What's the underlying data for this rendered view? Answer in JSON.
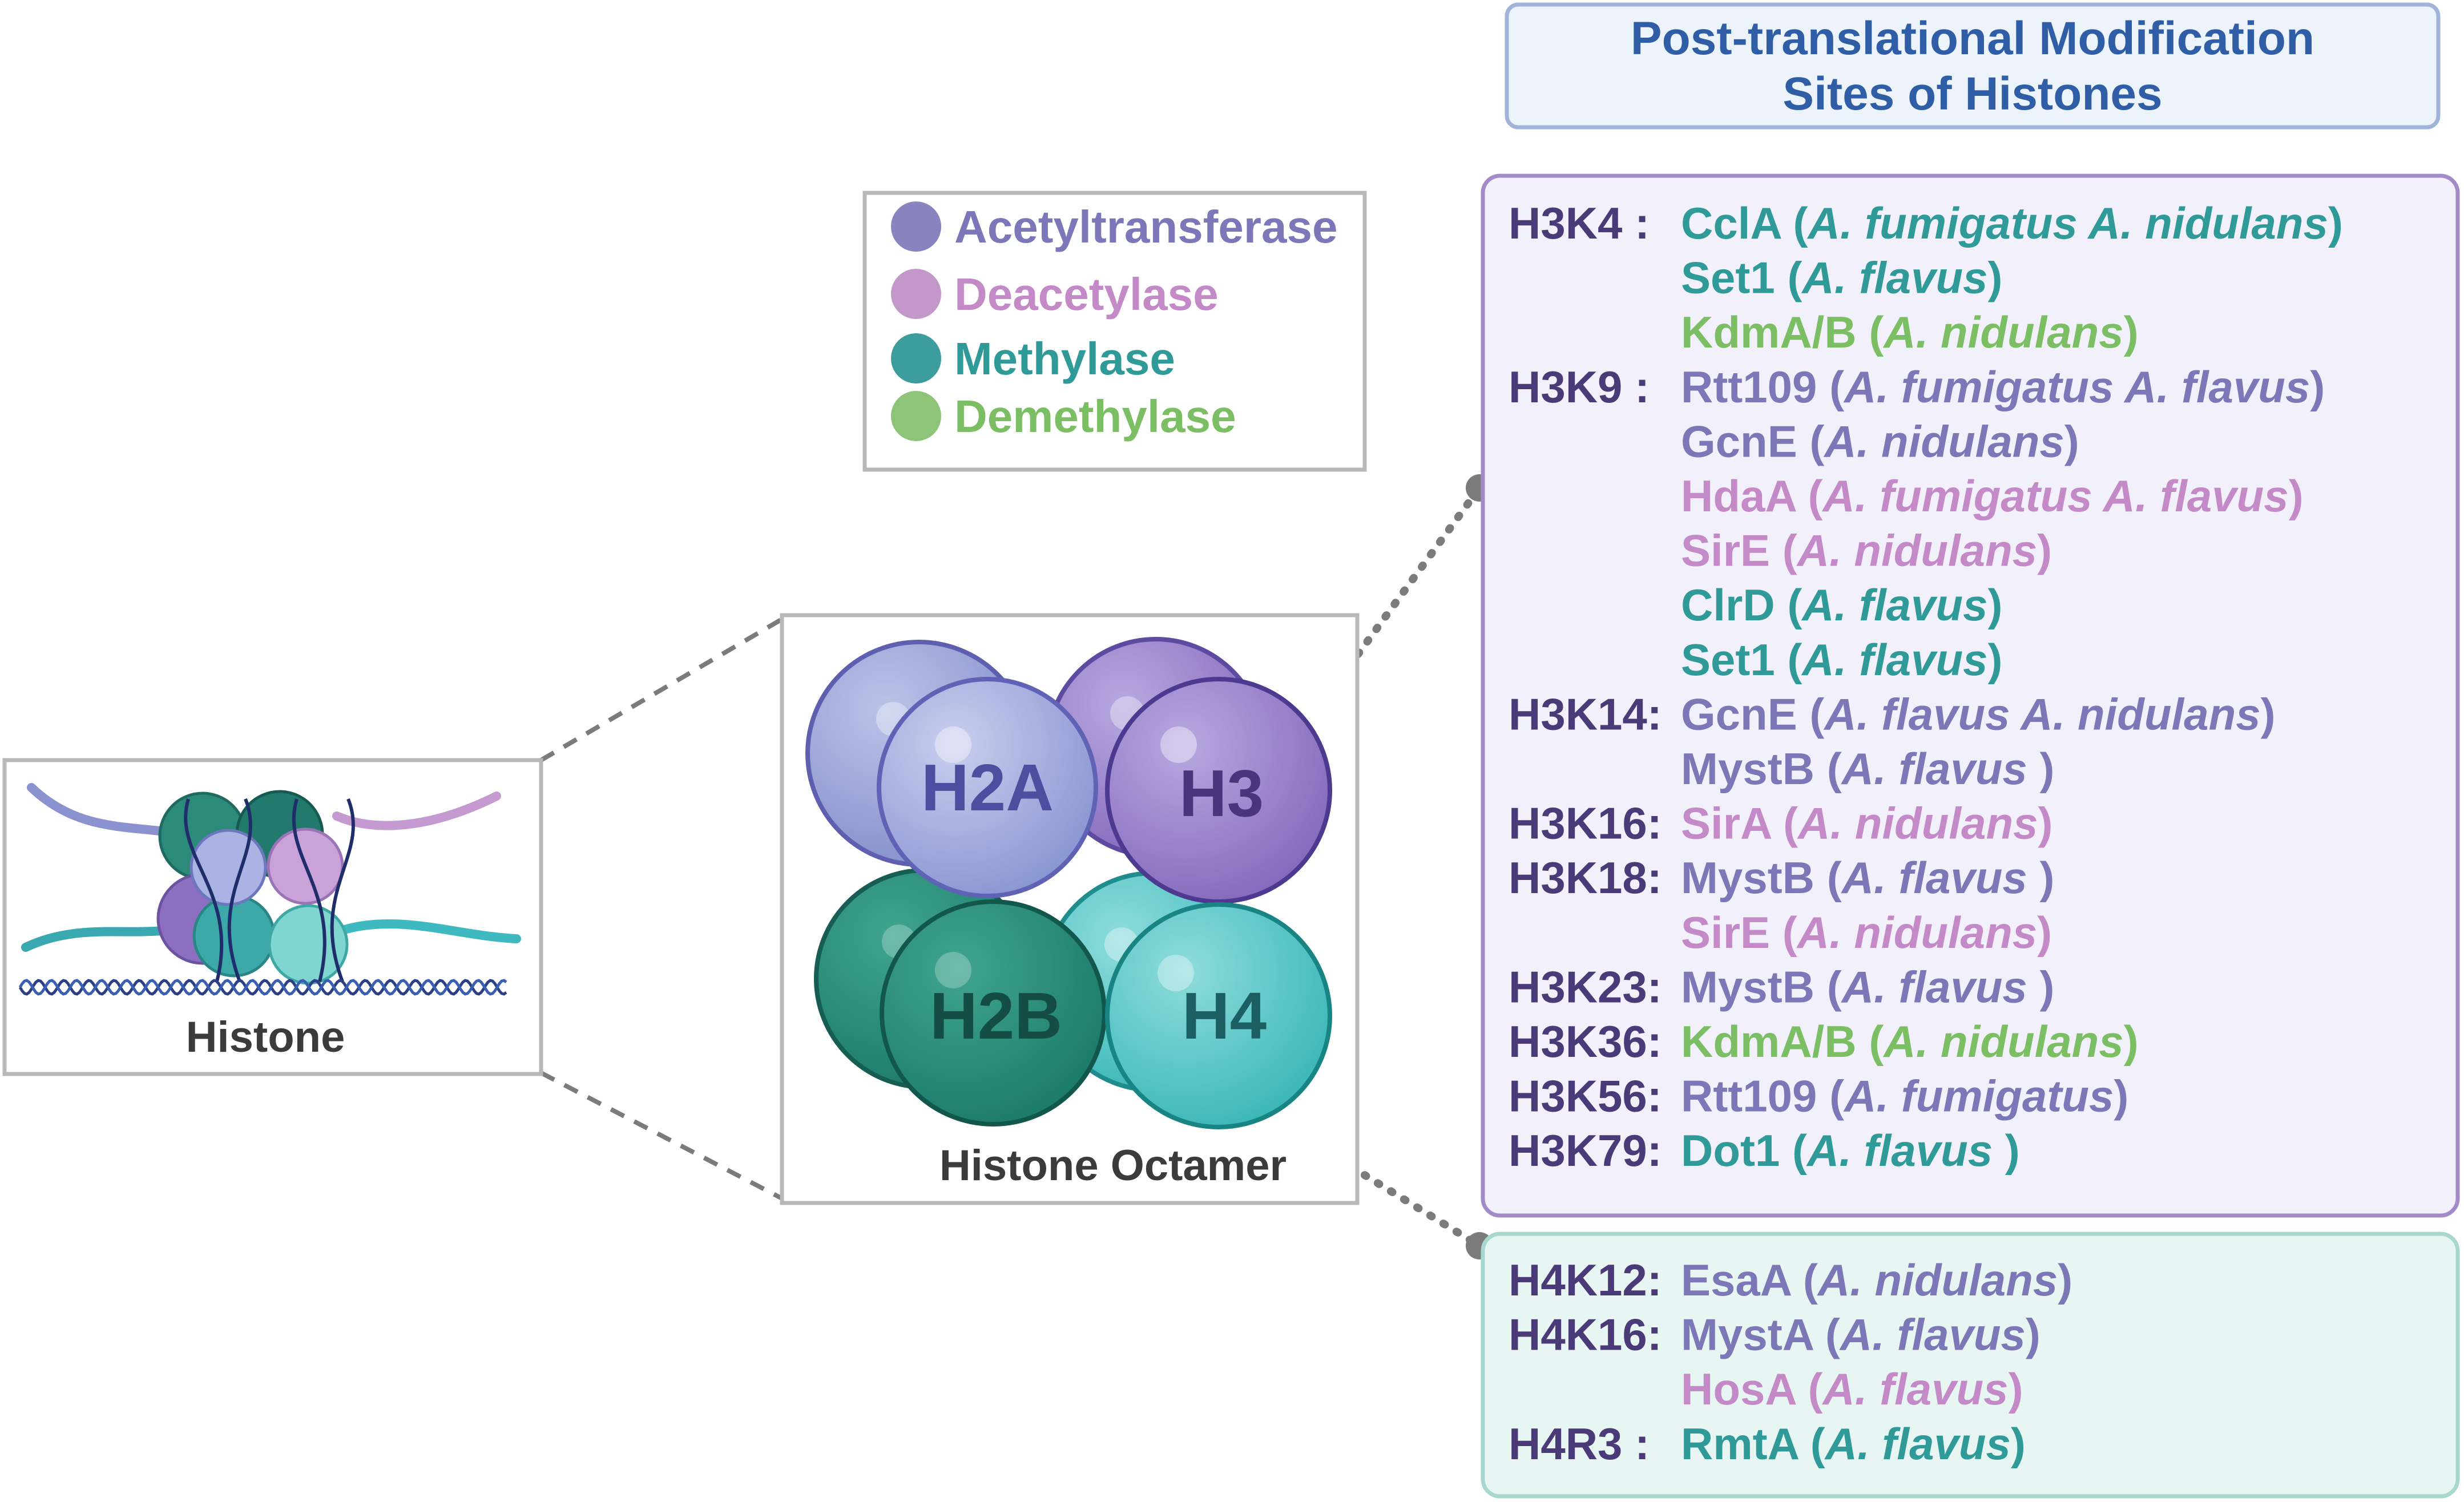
{
  "title": {
    "line1": "Post-translational Modification",
    "line2": "Sites of Histones"
  },
  "legend": [
    {
      "label": "Acetyltransferase",
      "color": "#8784bf"
    },
    {
      "label": "Deacetylase",
      "color": "#c497cb"
    },
    {
      "label": "Methylase",
      "color": "#3d9c9d"
    },
    {
      "label": "Demethylase",
      "color": "#8ec478"
    }
  ],
  "histone_panel": {
    "caption": "Histone"
  },
  "octamer_panel": {
    "caption": "Histone Octamer",
    "spheres": [
      {
        "label": "H2A"
      },
      {
        "label": "H3"
      },
      {
        "label": "H2B"
      },
      {
        "label": "H4"
      }
    ]
  },
  "h3_sites": [
    {
      "site": "H3K4 :",
      "enzyme": "CclA",
      "organism": "A. fumigatus  A. nidulans",
      "class": "Methylase"
    },
    {
      "site": "",
      "enzyme": "Set1 ",
      "organism": "A. flavus",
      "class": "Methylase"
    },
    {
      "site": "",
      "enzyme": "KdmA/B",
      "organism": "A. nidulans",
      "class": "Demethylase"
    },
    {
      "site": "H3K9 :",
      "enzyme": "Rtt109",
      "organism": "A. fumigatus  A. flavus",
      "class": "Acetyltransferase"
    },
    {
      "site": "",
      "enzyme": "GcnE ",
      "organism": "A. nidulans",
      "class": "Acetyltransferase"
    },
    {
      "site": "",
      "enzyme": "HdaA",
      "organism": "A. fumigatus  A. flavus",
      "class": "Deacetylase"
    },
    {
      "site": "",
      "enzyme": "SirE ",
      "organism": "A. nidulans",
      "class": "Deacetylase"
    },
    {
      "site": "",
      "enzyme": "ClrD",
      "organism": "A. flavus",
      "class": "Methylase"
    },
    {
      "site": "",
      "enzyme": "Set1",
      "organism": "A. flavus",
      "class": "Methylase"
    },
    {
      "site": "H3K14:",
      "enzyme": "GcnE ",
      "organism": "A. flavus A. nidulans",
      "class": "Acetyltransferase"
    },
    {
      "site": "",
      "enzyme": "MystB ",
      "organism": "A. flavus ",
      "class": "Acetyltransferase"
    },
    {
      "site": "H3K16:",
      "enzyme": "SirA",
      "organism": "A. nidulans",
      "class": "Deacetylase"
    },
    {
      "site": "H3K18:",
      "enzyme": "MystB",
      "organism": "A. flavus ",
      "class": "Acetyltransferase"
    },
    {
      "site": "",
      "enzyme": "SirE ",
      "organism": "A. nidulans",
      "class": "Deacetylase"
    },
    {
      "site": "H3K23:",
      "enzyme": "MystB",
      "organism": "A. flavus ",
      "class": "Acetyltransferase"
    },
    {
      "site": "H3K36:",
      "enzyme": "KdmA/B",
      "organism": "A. nidulans",
      "class": "Demethylase"
    },
    {
      "site": "H3K56:",
      "enzyme": "Rtt109",
      "organism": "A. fumigatus",
      "class": "Acetyltransferase"
    },
    {
      "site": "H3K79:",
      "enzyme": "Dot1",
      "organism": "A. flavus ",
      "class": "Methylase"
    }
  ],
  "h4_sites": [
    {
      "site": "H4K12:",
      "enzyme": "EsaA",
      "organism": "A. nidulans",
      "class": "Acetyltransferase"
    },
    {
      "site": "H4K16:",
      "enzyme": "MystA",
      "organism": "A. flavus",
      "class": "Acetyltransferase"
    },
    {
      "site": "",
      "enzyme": "HosA",
      "organism": "A. flavus",
      "class": "Deacetylase"
    },
    {
      "site": "H4R3  :",
      "enzyme": "RmtA",
      "organism": "A. flavus",
      "class": "Methylase"
    }
  ],
  "colors": {
    "Acetyltransferase": "#7c78b7",
    "Deacetylase": "#c48ac8",
    "Methylase": "#2f9a98",
    "Demethylase": "#7cbe63",
    "site_label": "#4a3a78",
    "title_text": "#2f5ea7"
  }
}
